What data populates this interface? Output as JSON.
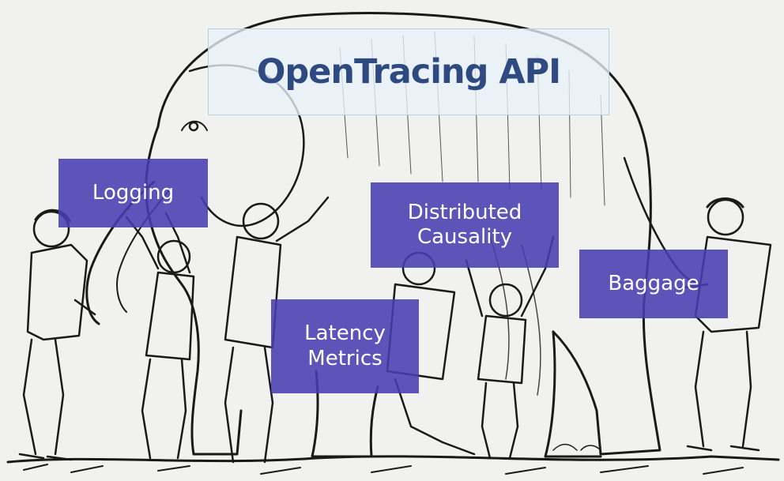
{
  "slide": {
    "title": "OpenTracing API",
    "labels": {
      "logging": "Logging",
      "distributed_causality": "Distributed\nCausality",
      "baggage": "Baggage",
      "latency_metrics": "Latency\nMetrics"
    }
  }
}
